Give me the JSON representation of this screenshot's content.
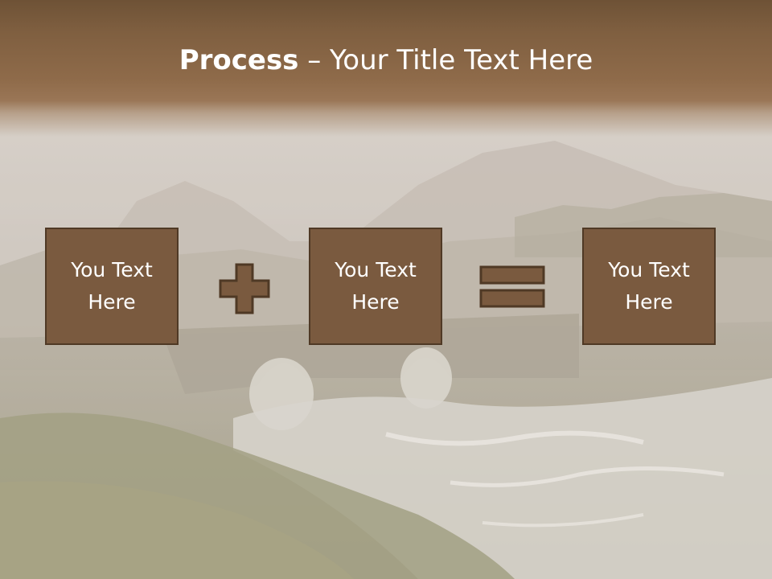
{
  "title": {
    "bold": "Process",
    "rest": " – Your Title Text Here"
  },
  "boxes": [
    {
      "label": "You Text Here"
    },
    {
      "label": "You Text Here"
    },
    {
      "label": "You Text Here"
    }
  ],
  "operators": {
    "plus": "plus-icon",
    "equals": "equals-icon"
  },
  "colors": {
    "box_fill": "#7a5a3f",
    "box_border": "#4f3925",
    "title_band": "#7f5f40",
    "text": "#ffffff"
  }
}
